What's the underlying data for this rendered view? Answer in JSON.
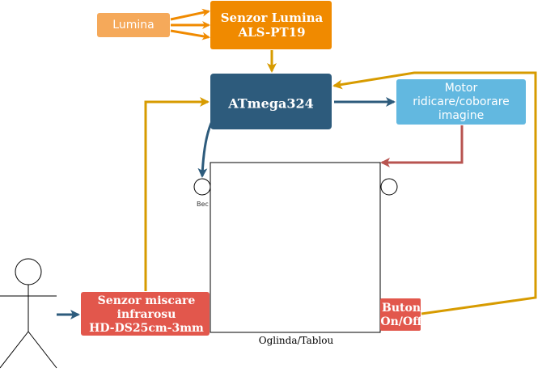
{
  "colors": {
    "orange_dark": "#f08a00",
    "orange_light": "#f5a95a",
    "navy": "#2d5b7c",
    "sky": "#62b8e0",
    "red": "#e2574c",
    "gold": "#d79b00",
    "dark_red": "#b85450"
  },
  "nodes": {
    "light": {
      "label": "Lumina"
    },
    "light_sensor": {
      "line1": "Senzor Lumina",
      "line2": "ALS-PT19"
    },
    "mcu": {
      "label": "ATmega324"
    },
    "motor": {
      "line1": "Motor",
      "line2": "ridicare/coborare",
      "line3": "imagine"
    },
    "motion_sensor": {
      "line1": "Senzor miscare",
      "line2": "infrarosu",
      "line3": "HD-DS25cm-3mm"
    },
    "button": {
      "line1": "Buton",
      "line2": "On/Off"
    },
    "mirror": {
      "label": "Oglinda/Tablou"
    },
    "bulb_left": {
      "label": "Bec"
    },
    "bulb_right": {
      "label": ""
    }
  },
  "icons": {
    "person": "person-icon"
  }
}
